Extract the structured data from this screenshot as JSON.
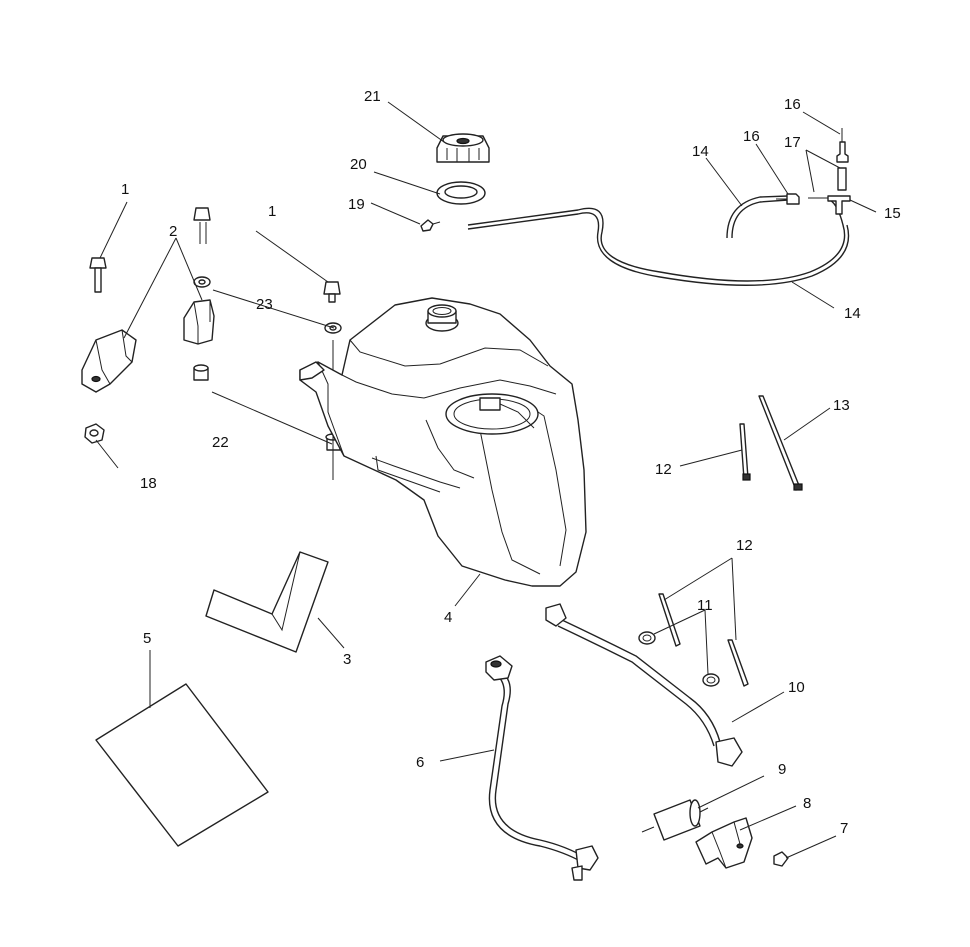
{
  "diagram": {
    "callouts": {
      "c1a": "1",
      "c1b": "1",
      "c2": "2",
      "c3": "3",
      "c4": "4",
      "c5": "5",
      "c6": "6",
      "c7": "7",
      "c8": "8",
      "c9": "9",
      "c10": "10",
      "c11": "11",
      "c12a": "12",
      "c12b": "12",
      "c13": "13",
      "c14a": "14",
      "c14b": "14",
      "c15": "15",
      "c16a": "16",
      "c16b": "16",
      "c17": "17",
      "c18": "18",
      "c19": "19",
      "c20": "20",
      "c21": "21",
      "c22": "22",
      "c23": "23"
    }
  }
}
